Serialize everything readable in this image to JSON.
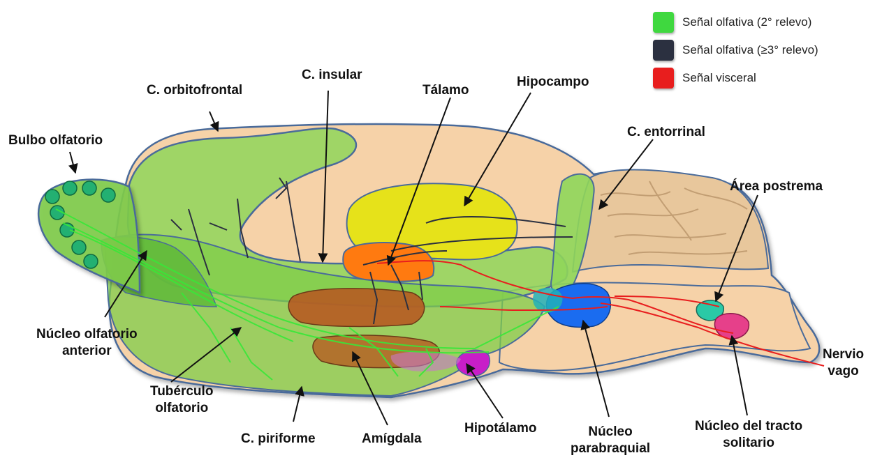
{
  "legend": [
    {
      "label": "Señal olfativa (2° relevo)",
      "color": "#3fd83f"
    },
    {
      "label": "Señal olfativa (≥3° relevo)",
      "color": "#2b3040"
    },
    {
      "label": "Señal visceral",
      "color": "#e81e1e"
    }
  ],
  "labels": {
    "bulbo": "Bulbo olfatorio",
    "orbitofrontal": "C. orbitofrontal",
    "insular": "C. insular",
    "talamo": "Tálamo",
    "hipocampo": "Hipocampo",
    "entorrinal": "C. entorrinal",
    "area_postrema": "Área postrema",
    "nucleo_olfatorio": "Núcleo olfatorio\nanterior",
    "tuberculo": "Tubérculo\nolfatorio",
    "piriforme": "C. piriforme",
    "amigdala": "Amígdala",
    "hipotalamo": "Hipotálamo",
    "parabraquial": "Núcleo\nparabraquial",
    "tracto_solitario": "Núcleo del tracto\nsolitario",
    "nervio_vago": "Nervio\nvago"
  },
  "colors": {
    "green_region": "#8fd65a",
    "brain_base": "#f6d2a8",
    "cerebellum": "#e8c79c",
    "hippocampus": "#e6e21a",
    "thalamus": "#ff7a10",
    "amygdala": "#b8541e",
    "hypothalamus": "#c81ec8",
    "parabrachial": "#1a6cf0",
    "postrema": "#2ac9a6",
    "nts": "#e6408a",
    "visceral": "#e81e1e",
    "olfactory_fiber": "#38e838"
  }
}
